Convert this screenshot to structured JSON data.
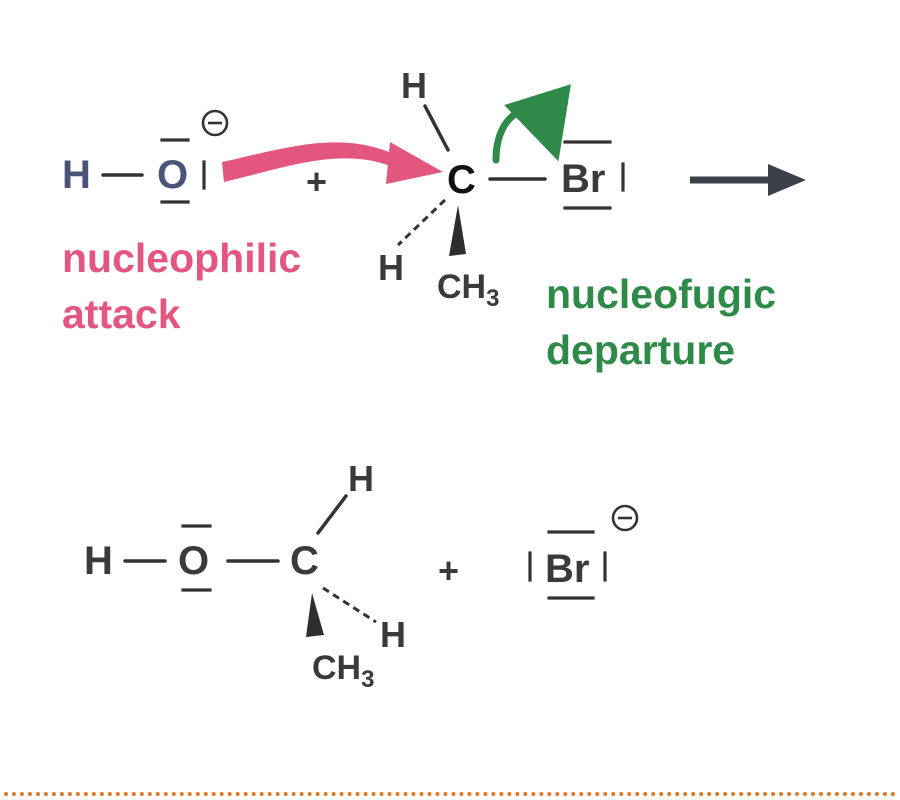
{
  "colors": {
    "attack": "#e2567f",
    "departure": "#2f8a4a",
    "reaction_arrow": "#3c4048",
    "divider": "#e07a2a"
  },
  "reactants": {
    "hydroxide": {
      "h": "H",
      "o": "O",
      "charge": "minus-circle-icon"
    },
    "plus": "+",
    "substrate": {
      "c": "C",
      "h_top": "H",
      "h_hashed": "H",
      "methyl": "CH",
      "methyl_sub": "3",
      "leaving": "Br"
    }
  },
  "labels": {
    "attack_line1": "nucleophilic",
    "attack_line2": "attack",
    "departure_line1": "nucleofugic",
    "departure_line2": "departure"
  },
  "products": {
    "h": "H",
    "o": "O",
    "c": "C",
    "h_top": "H",
    "h_hashed": "H",
    "methyl": "CH",
    "methyl_sub": "3",
    "plus": "+",
    "bromide": {
      "br": "Br",
      "charge": "minus-circle-icon"
    }
  }
}
